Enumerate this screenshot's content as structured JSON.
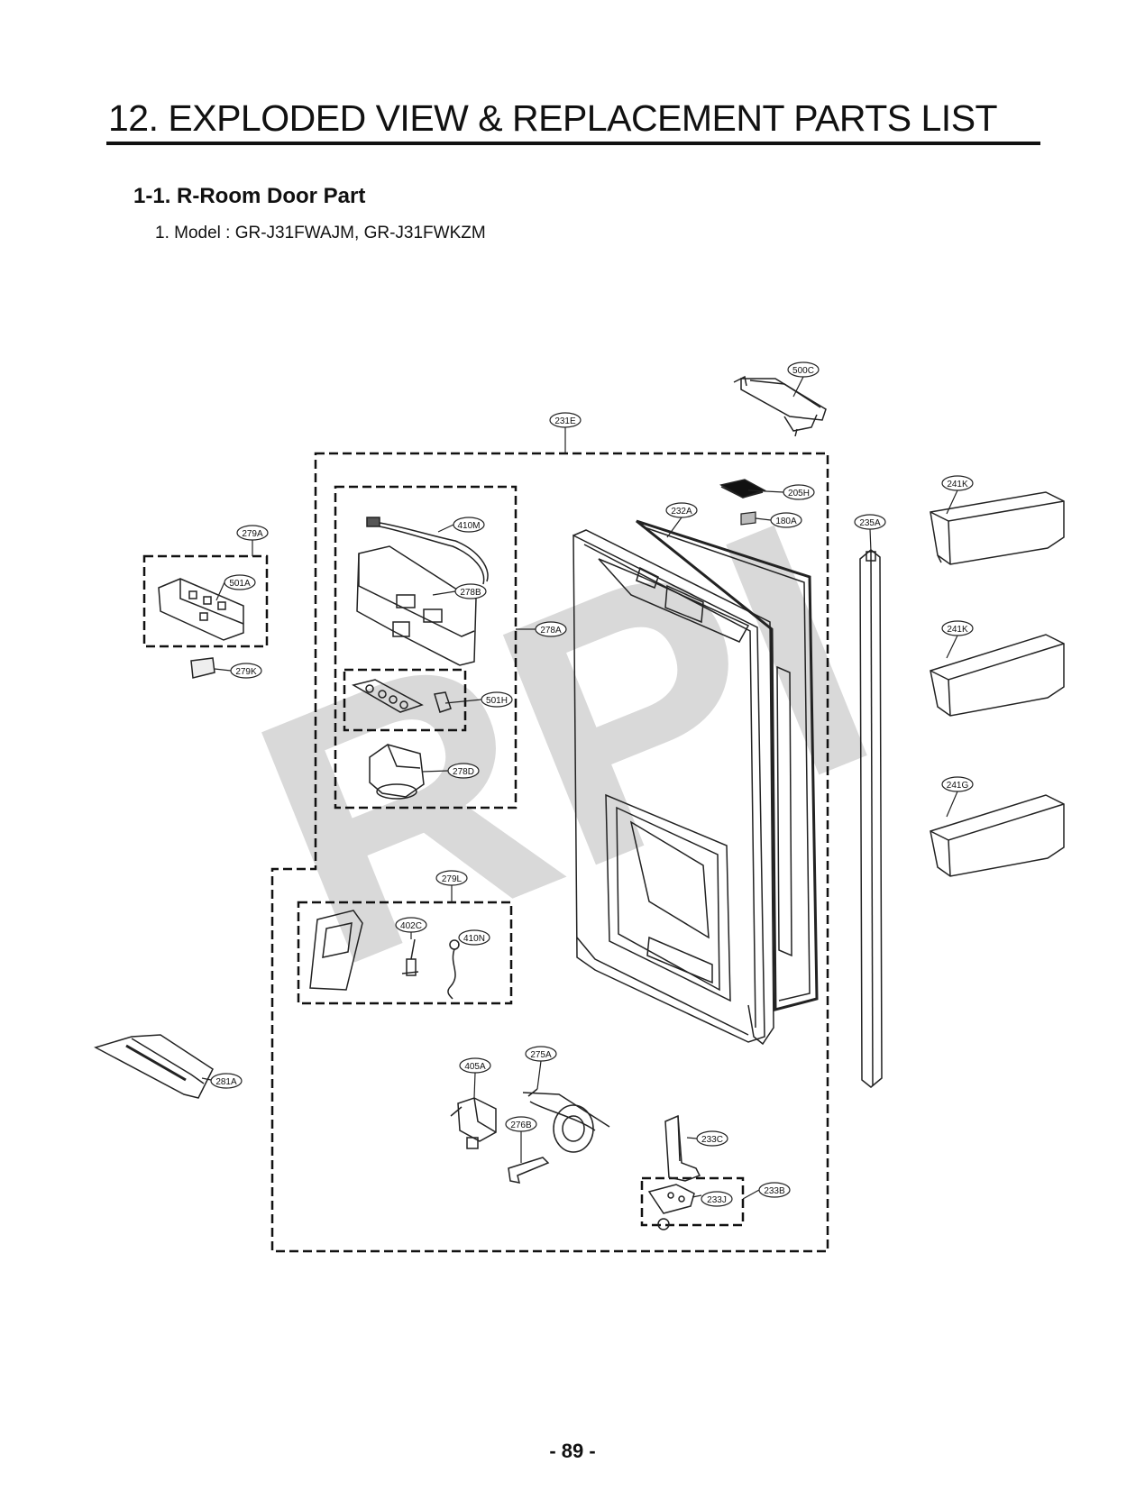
{
  "header": {
    "title": "12. EXPLODED VIEW & REPLACEMENT PARTS LIST",
    "section": "1-1. R-Room Door Part",
    "model": "1. Model : GR-J31FWAJM, GR-J31FWKZM"
  },
  "watermark": "RPI",
  "footer": {
    "page_number": "- 89 -"
  },
  "parts": {
    "p500C": "500C",
    "p231E": "231E",
    "p205H": "205H",
    "p180A": "180A",
    "p232A": "232A",
    "p235A": "235A",
    "p241K_top": "241K",
    "p241K_mid": "241K",
    "p241G": "241G",
    "p410M": "410M",
    "p278B": "278B",
    "p278A": "278A",
    "p501H": "501H",
    "p278D": "278D",
    "p279A": "279A",
    "p501A": "501A",
    "p279K": "279K",
    "p279L": "279L",
    "p402C": "402C",
    "p410N": "410N",
    "p281A": "281A",
    "p405A": "405A",
    "p275A": "275A",
    "p276B": "276B",
    "p233C": "233C",
    "p233B": "233B",
    "p233J": "233J"
  }
}
